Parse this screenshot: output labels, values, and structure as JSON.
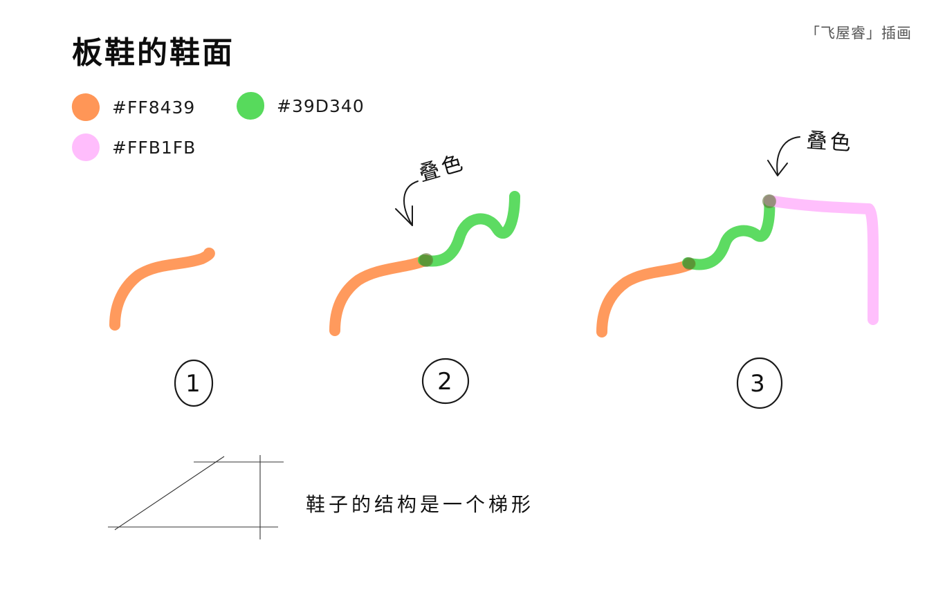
{
  "title": "板鞋的鞋面",
  "credit": "「飞屋睿」插画",
  "palette": [
    {
      "hex": "#FF8439",
      "label": "#FF8439"
    },
    {
      "hex": "#39D340",
      "label": "#39D340"
    },
    {
      "hex": "#FFB1FB",
      "label": "#FFB1FB"
    }
  ],
  "annotations": {
    "overlap_label_step2": "叠色",
    "overlap_label_step3": "叠色"
  },
  "steps": [
    "1",
    "2",
    "3"
  ],
  "caption": "鞋子的结构是一个梯形"
}
